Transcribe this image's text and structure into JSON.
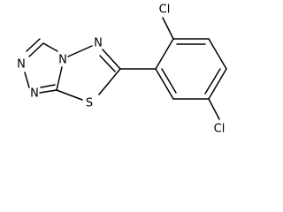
{
  "molecule": {
    "atoms": {
      "n1": "N",
      "n2": "N",
      "n3": "N",
      "n4": "N",
      "s": "S",
      "cl_top": "Cl",
      "cl_bottom": "Cl"
    }
  }
}
